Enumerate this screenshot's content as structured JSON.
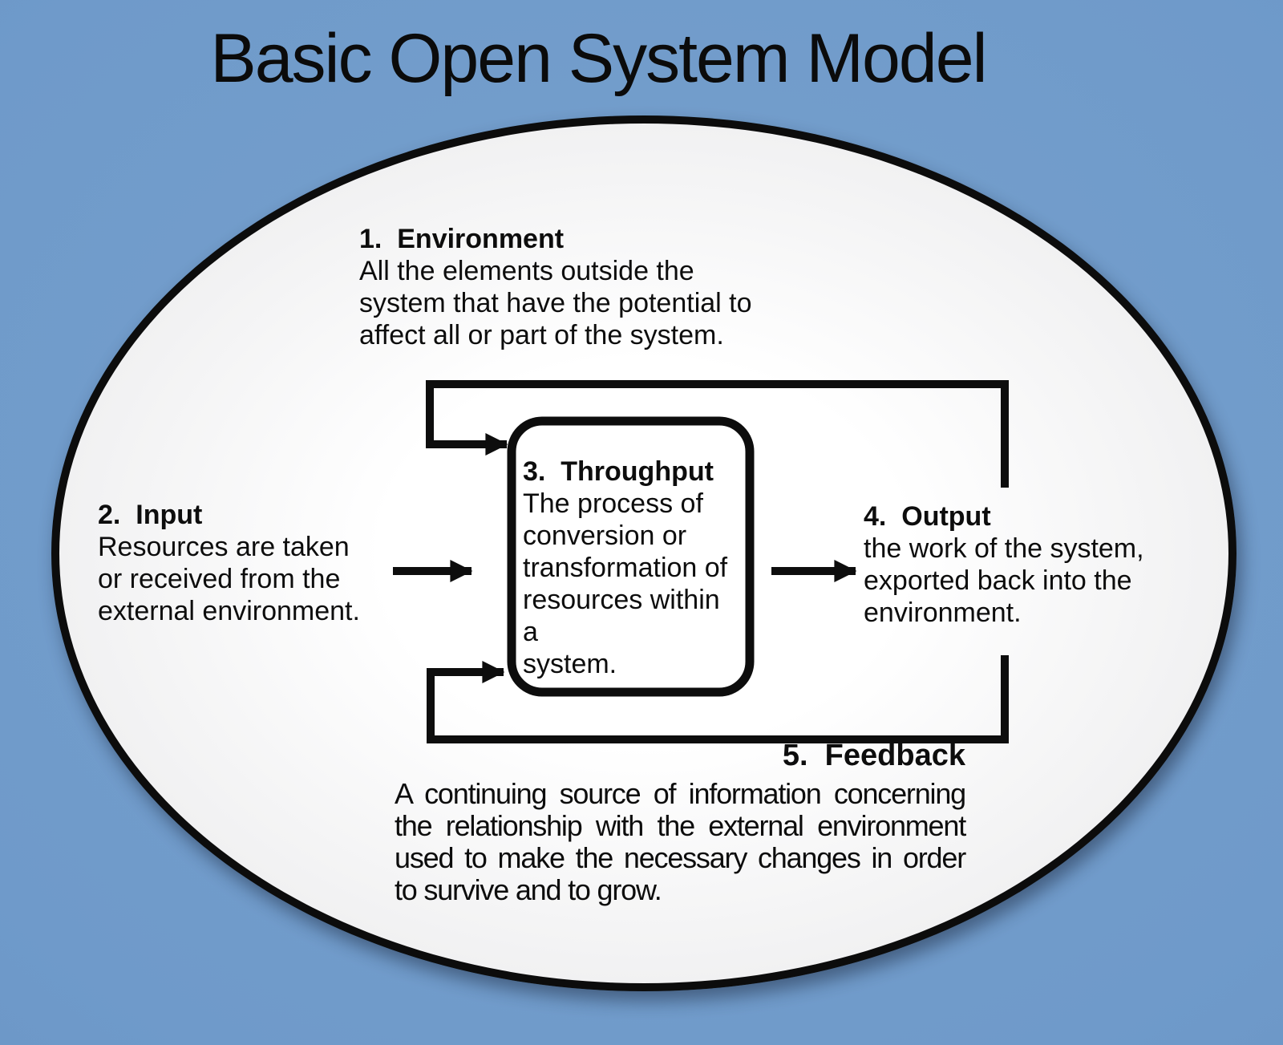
{
  "title": "Basic Open System Model",
  "colors": {
    "background_blue": "#6f9aca",
    "ellipse_fill": "#f7f7f8",
    "line_and_text": "#0d0d0d"
  },
  "nodes": {
    "environment": {
      "heading": "1.  Environment",
      "body": "All the elements outside the\nsystem that have the potential to\naffect all or part of the system."
    },
    "input": {
      "heading": "2.  Input",
      "body": "Resources are taken\nor received from the\nexternal environment."
    },
    "throughput": {
      "heading": "3.  Throughput",
      "body": "The process of\nconversion or\ntransformation of\nresources within a\nsystem."
    },
    "output": {
      "heading": "4.  Output",
      "body": "the work of the system,\nexported back into the\nenvironment."
    },
    "feedback": {
      "heading": "5.  Feedback",
      "body_lines": [
        "A continuing source of information concerning",
        "the relationship with the external environment",
        "used to make the necessary changes in order",
        "to survive and to grow."
      ]
    }
  }
}
